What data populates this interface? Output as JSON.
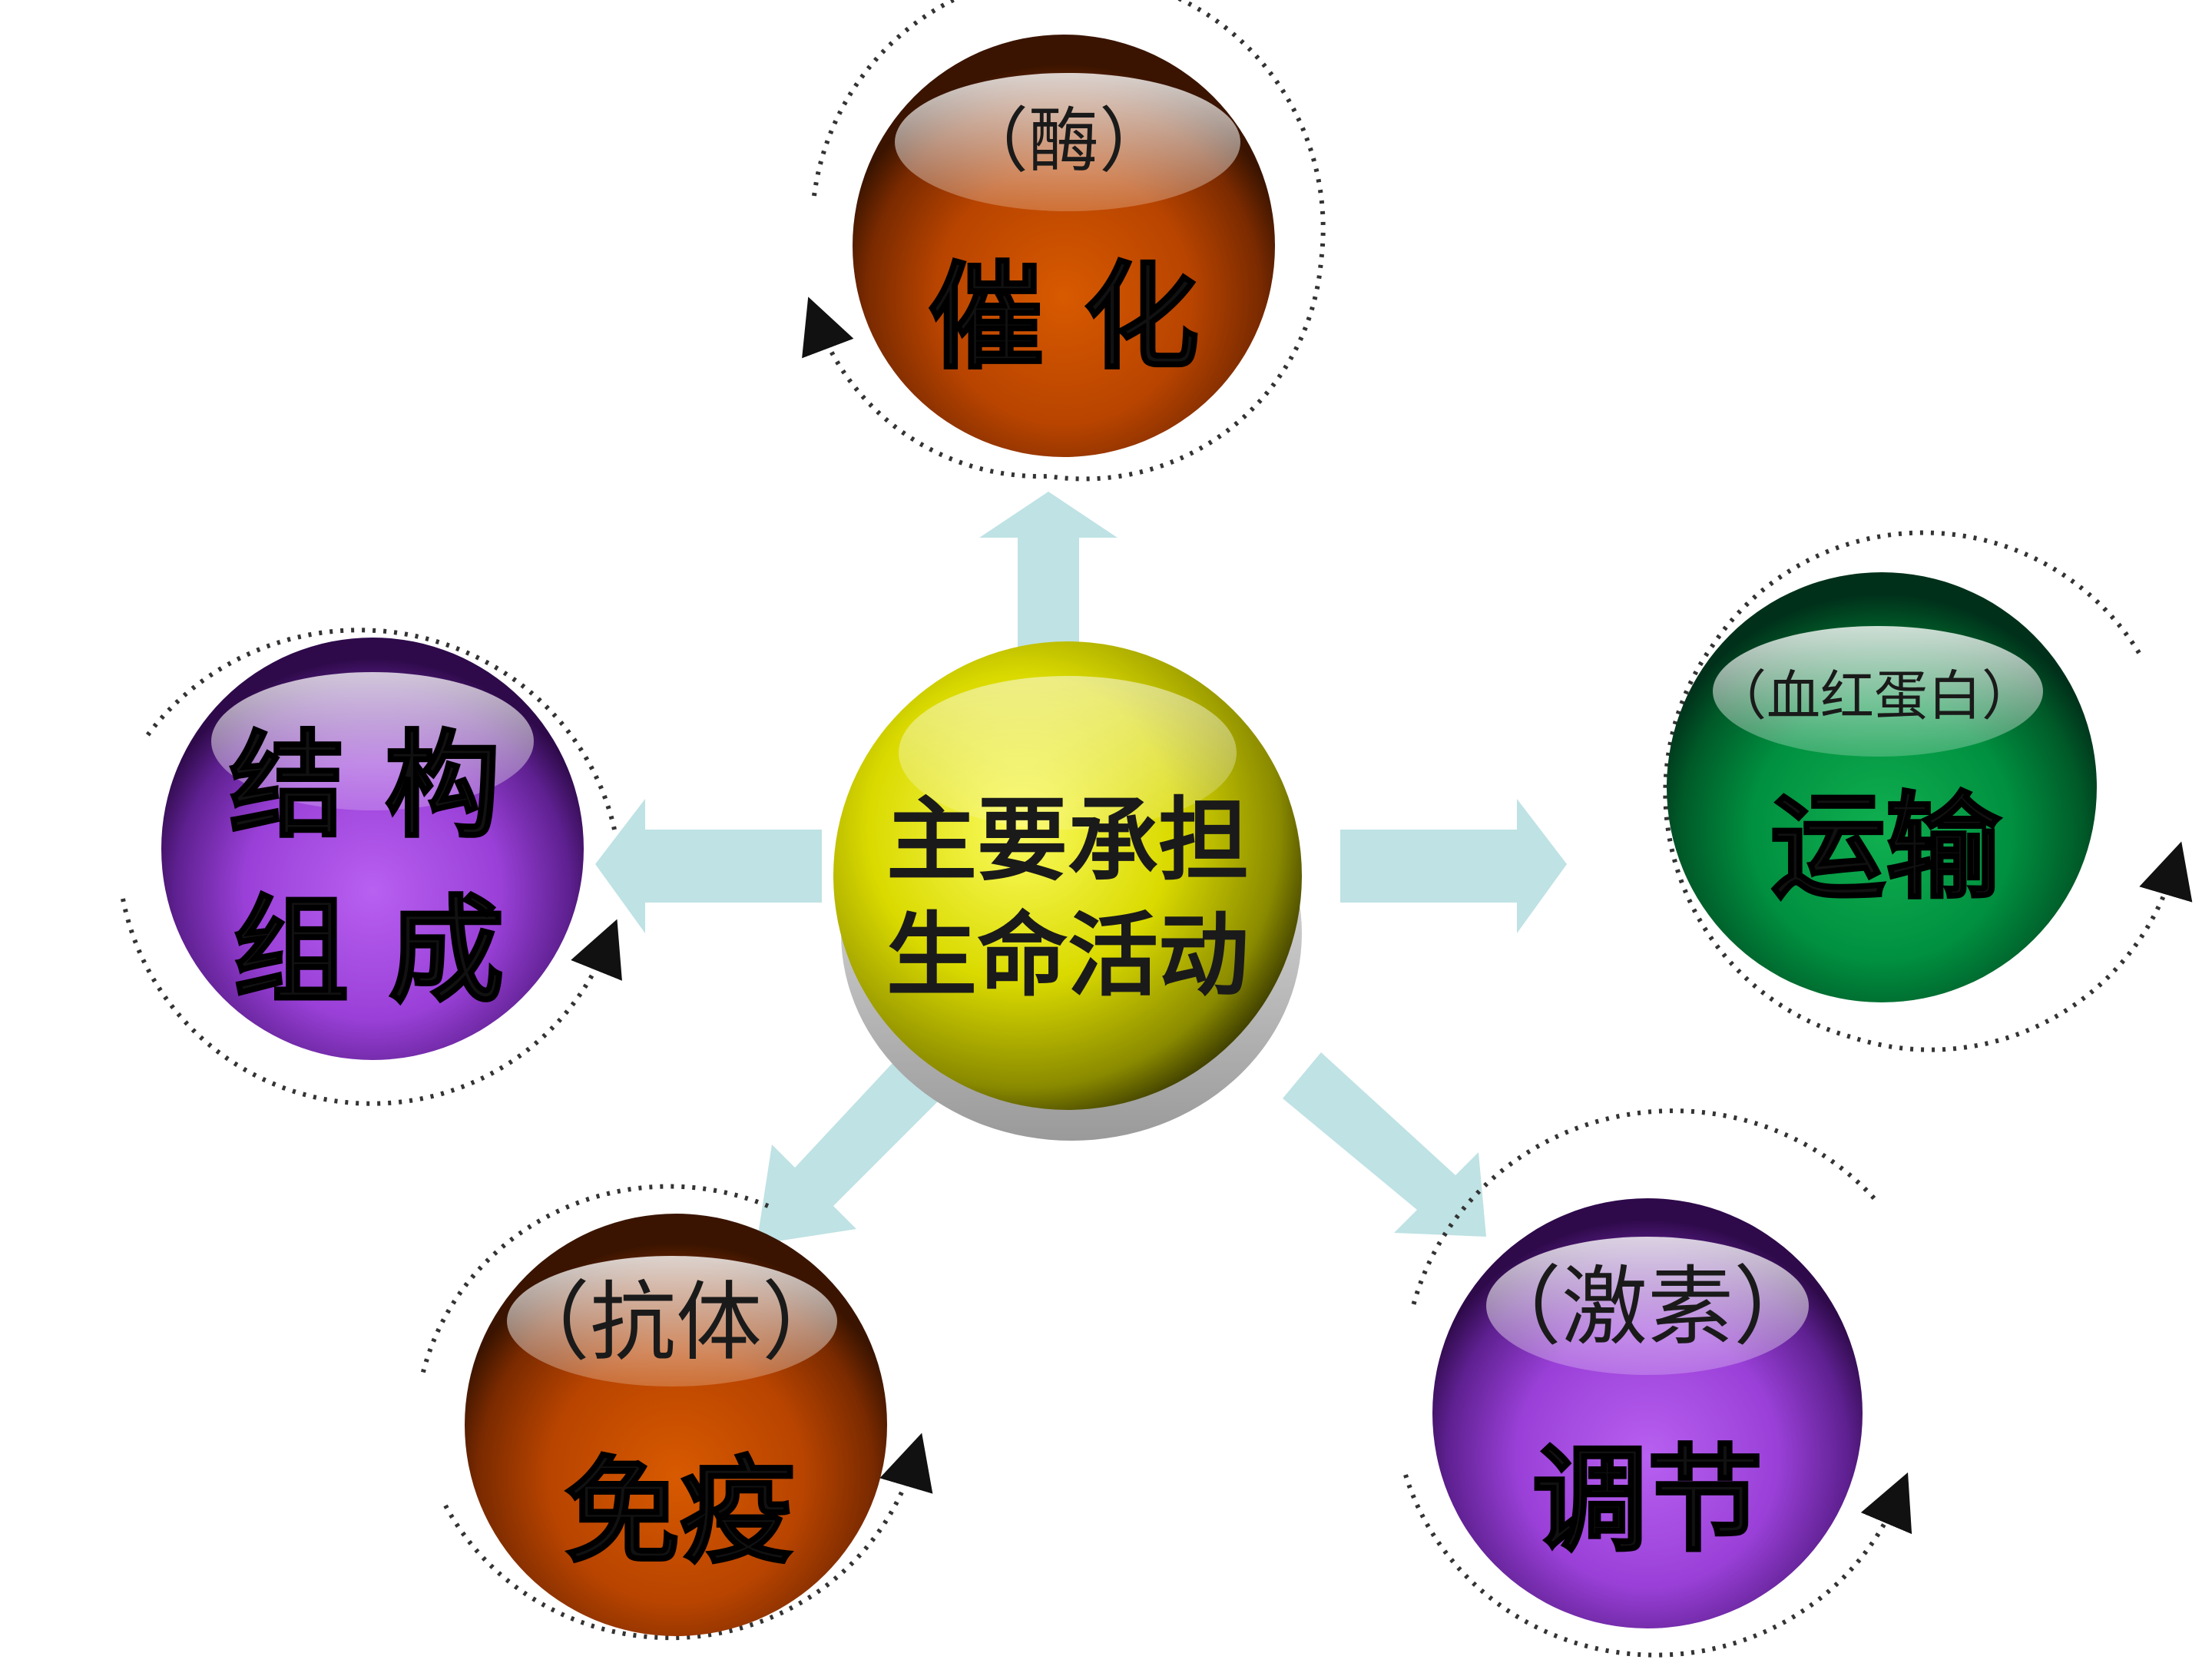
{
  "center": {
    "line1": "主要承担",
    "line2": "生命活动",
    "color": "#e8e800"
  },
  "nodes": {
    "catalysis": {
      "sub": "（酶）",
      "main": "催 化",
      "color": "#c04800"
    },
    "transport": {
      "sub": "（血红蛋白）",
      "main": "运输",
      "color": "#00a040"
    },
    "structure": {
      "line1": "结 构",
      "line2": "组 成",
      "color": "#a040d8"
    },
    "immunity": {
      "sub": "（抗体）",
      "main": "免疫",
      "color": "#c04800"
    },
    "regulation": {
      "sub": "（激素）",
      "main": "调节",
      "color": "#a040d8"
    }
  },
  "colors": {
    "arrow": "#bfe2e4",
    "dotted_ring": "#333333"
  }
}
